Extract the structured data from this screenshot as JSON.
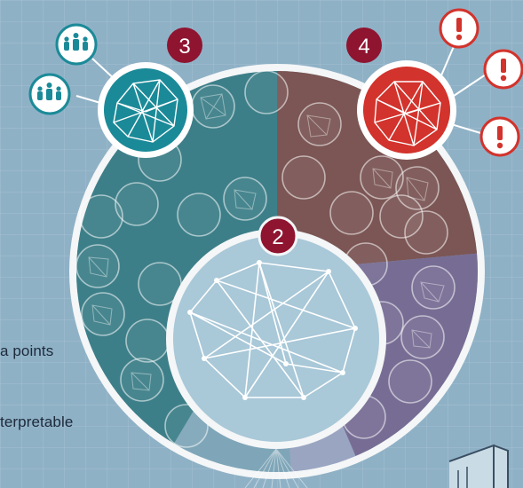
{
  "badges": {
    "center": "2",
    "teal": "3",
    "red": "4"
  },
  "captions": {
    "line1": "a points",
    "line2": "terpretable"
  },
  "colors": {
    "background": "#8fb1c6",
    "grid": "#a9c4d4",
    "teal": "#1b8a98",
    "red": "#d2332c",
    "badge": "#8e1430",
    "outer_ring": "#f4f6f7",
    "inner_disc": "#a9c8d8",
    "sector_teal": "#3c7e88",
    "sector_brown": "#7a5552",
    "sector_purple": "#766c93",
    "sector_light": "#8fb0c2"
  },
  "icons": {
    "teal_side": [
      "ellipsis-people-icon",
      "ellipsis-people-icon"
    ],
    "red_side": [
      "exclamation-icon",
      "exclamation-icon",
      "exclamation-icon"
    ]
  }
}
